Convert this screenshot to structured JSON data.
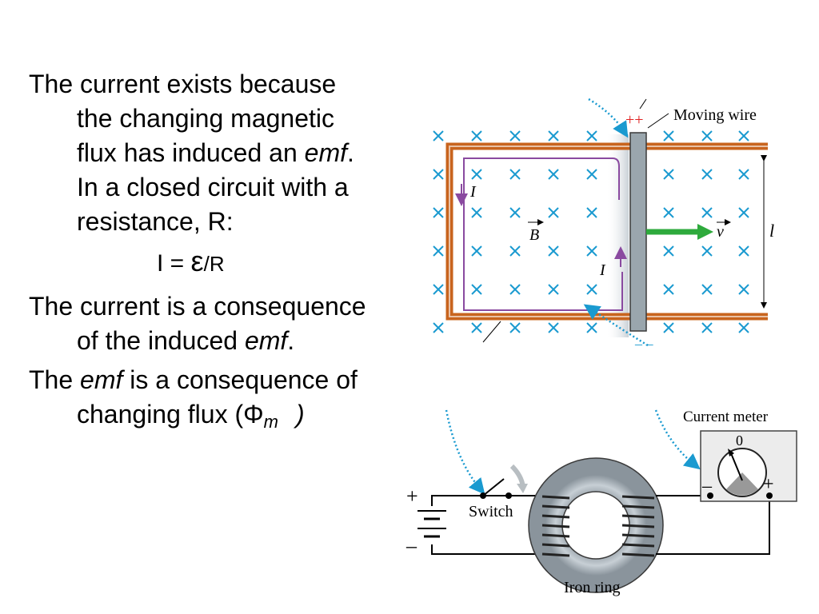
{
  "paragraphs": {
    "p1": {
      "text": "The current exists because the changing magnetic flux has induced an ",
      "emf": "emf",
      "after": ".  In a closed circuit with a resistance, R:"
    },
    "formula": {
      "lhs": "I = ",
      "eps": "ε",
      "rhs": "/R"
    },
    "p2": {
      "text": "The current is a consequence of the induced ",
      "emf": "emf",
      "after": "."
    },
    "p3": {
      "before": "The ",
      "emf": "emf",
      "text": " is a consequence of changing flux (",
      "phi": "Φ",
      "sub": "m",
      "after": ")"
    }
  },
  "top_diagram": {
    "moving_wire_label": "Moving wire",
    "plus_label": "++",
    "minus_label": "– –",
    "current_label": "I",
    "field_label": "B",
    "velocity_label": "v",
    "length_label": "l",
    "colors": {
      "rail": "#c8641e",
      "wire": "#9aa6ad",
      "loop": "#8a4aa0",
      "arrow": "#2eaa3c",
      "field": "#1a9ad0",
      "dotted": "#1a9ad0"
    }
  },
  "bottom_diagram": {
    "current_meter_label": "Current meter",
    "meter_zero": "0",
    "minus_terminal": "–",
    "plus_terminal": "+",
    "switch_label": "Switch",
    "iron_ring_label": "Iron ring",
    "battery_plus": "+",
    "battery_minus": "–"
  }
}
